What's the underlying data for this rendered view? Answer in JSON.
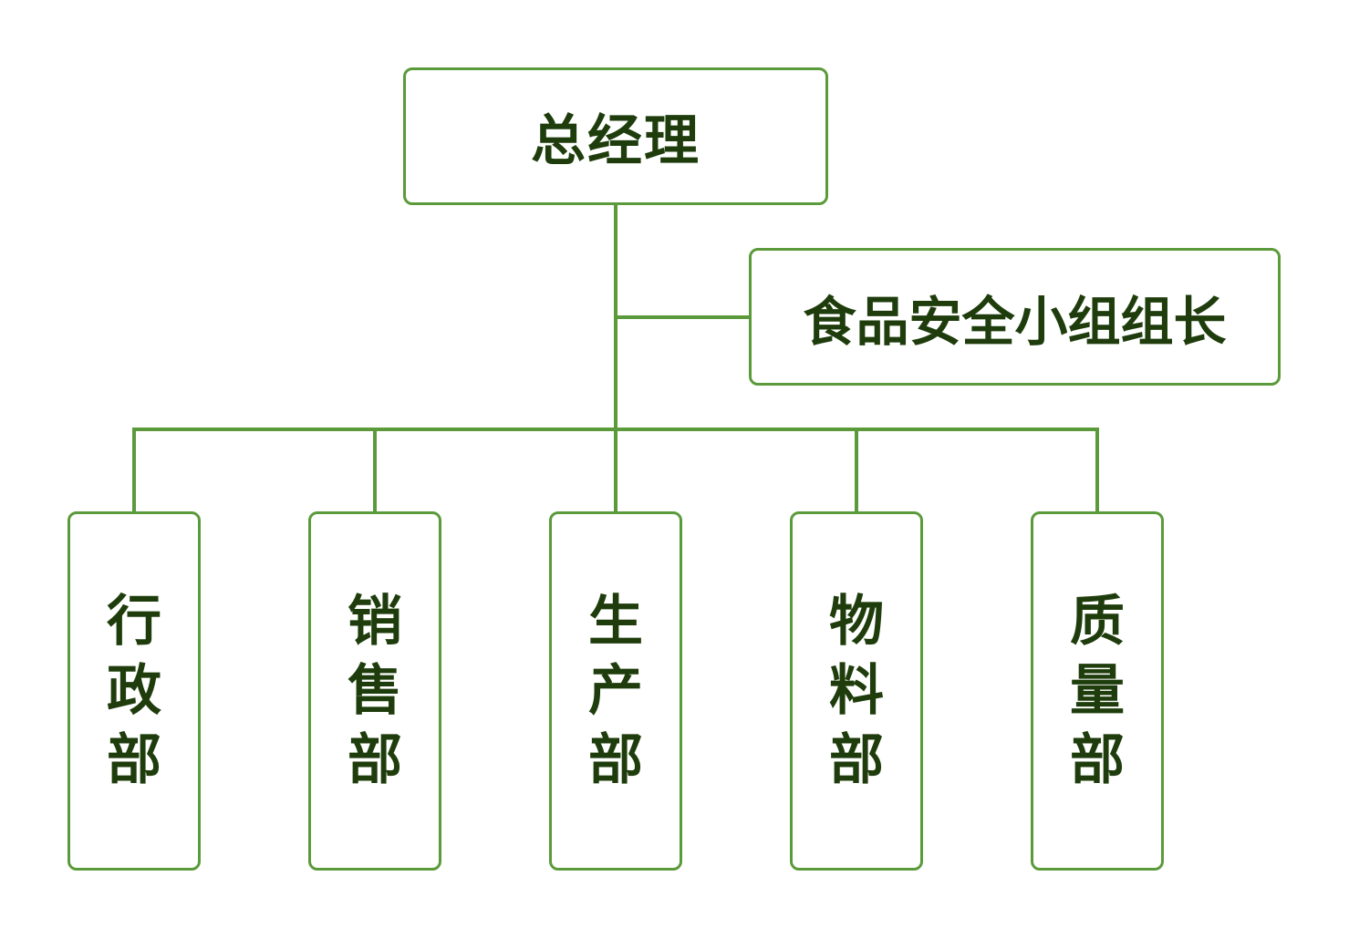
{
  "colors": {
    "line": "#5b9a3a",
    "border": "#5b9a3a",
    "text": "#1f3d0c",
    "background": "#ffffff"
  },
  "org": {
    "top": "总经理",
    "side": "食品安全小组组长",
    "departments": [
      "行政部",
      "销售部",
      "生产部",
      "物料部",
      "质量部"
    ]
  }
}
